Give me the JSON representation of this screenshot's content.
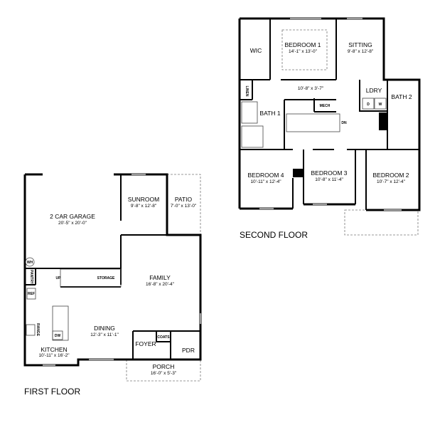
{
  "second_floor": {
    "title": "SECOND FLOOR",
    "rooms": [
      {
        "name": "WIC",
        "dims": ""
      },
      {
        "name": "BEDROOM 1",
        "dims": "14'-1\" x 13'-0\""
      },
      {
        "name": "SITTING",
        "dims": "9'-8\" x 12'-8\""
      },
      {
        "name": "",
        "dims": "10'-8\" x 3'-7\""
      },
      {
        "name": "LINEN",
        "dims": ""
      },
      {
        "name": "MECH",
        "dims": ""
      },
      {
        "name": "LDRY",
        "dims": ""
      },
      {
        "name": "BATH 2",
        "dims": ""
      },
      {
        "name": "BATH 1",
        "dims": ""
      },
      {
        "name": "BEDROOM 4",
        "dims": "10'-11\" x 12'-4\""
      },
      {
        "name": "BEDROOM 3",
        "dims": "10'-8\" x 11'-4\""
      },
      {
        "name": "BEDROOM 2",
        "dims": "10'-7\" x 12'-4\""
      }
    ],
    "appliances": {
      "dryer": "D",
      "washer": "W"
    },
    "stair_label": "DN"
  },
  "first_floor": {
    "title": "FIRST FLOOR",
    "rooms": [
      {
        "name": "2 CAR GARAGE",
        "dims": "20'-5\" x 20'-0\""
      },
      {
        "name": "SUNROOM",
        "dims": "9'-8\" x 12'-8\""
      },
      {
        "name": "PATIO",
        "dims": "7'-0\" x 13'-0\""
      },
      {
        "name": "FAMILY",
        "dims": "16'-8\" x 20'-4\""
      },
      {
        "name": "DINING",
        "dims": "12'-3\" x 11'-1\""
      },
      {
        "name": "KITCHEN",
        "dims": "10'-11\" x 16'-2\""
      },
      {
        "name": "FOYER",
        "dims": ""
      },
      {
        "name": "PDR",
        "dims": ""
      },
      {
        "name": "PORCH",
        "dims": "16'-0\" x 5'-3\""
      },
      {
        "name": "STORAGE",
        "dims": ""
      },
      {
        "name": "PANTRY",
        "dims": ""
      },
      {
        "name": "COATS",
        "dims": ""
      }
    ],
    "fixtures": {
      "water_heater": "WH",
      "refrigerator": "REF",
      "range": "RANGE",
      "dishwasher": "DW"
    },
    "stair_label": "UP"
  }
}
